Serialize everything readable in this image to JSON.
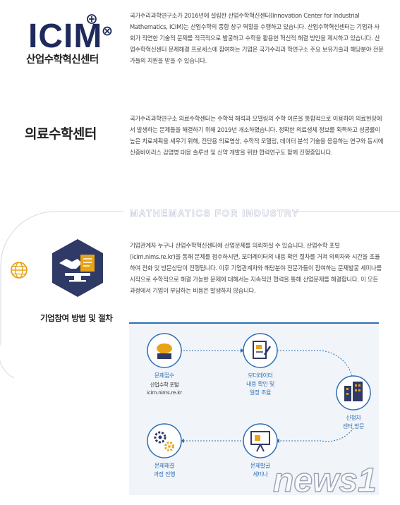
{
  "logo": {
    "word": "ICIM",
    "subtitle": "산업수학혁신센터"
  },
  "intro": {
    "text": "국가수리과학연구소가 2016년에 설립한 산업수학혁신센터(Innovation Center for Industrial Mathematics, ICIM)는 산업수학의 종합 창구 역할을 수행하고 있습니다. 산업수학혁신센터는 기업과 사회가 직면한 기술적 문제를 적극적으로 발굴하고 수학을 활용한 혁신적 해결 방안을 제시하고 있습니다. 산업수학혁신센터 문제해결 프로세스에 참여하는 기업은 국가수리과 학연구소 주요 보유기술과 해당분야 전문가들의 지원을 받을 수 있습니다."
  },
  "medical": {
    "title": "의료수학센터",
    "text": "국가수리과학연구소 의료수학센터는 수학적 해석과 모델링의 수학 이론을 통합적으로 이용하여 의료현장에서 발생하는 문제들을 해결하기 위해 2019년 개소하였습니다. 정확한 의료생체 정보를 획득하고 성공률이 높은 치료계획을 세우기 위해, 진단용 의료영상, 수학적 모델링, 데이터 분석 기술을 응용하는 연구와 동시에 신종바이러스 감염병 대응 솔루션 및 신약 개발을 위한 협력연구도 함께 진행중입니다."
  },
  "section": {
    "heading": "MATHEMATICS FOR INDUSTRY",
    "title": "기업참여 방법 및 절차",
    "text": "기업관계자 누구나 산업수학혁신센터에 산업문제를 의뢰하실 수 있습니다. 산업수학 포털(icim.nims.re.kr)을 통해 문제를 접수하시면, 모더레이터의 내용 확인 절차를 거쳐 의뢰자와 시간을 조율하여 전화 및 방문상담이 진행됩니다. 이후 기업관계자와 해당분야 전문가들이 참여하는 문제발굴 세미나를 시작으로 수학적으로 해결 가능한 문제에 대해서는 지속적인 협력을 통해 산업문제를 해결합니다. 이 모든 과정에서 기업이 부담하는 비용은 발생하지 않습니다."
  },
  "process": {
    "steps": [
      {
        "label": "문제접수",
        "sub1": "산업수학 포털",
        "sub2": "icim.nims.re.kr",
        "icon": "chat-bubble-icon"
      },
      {
        "label": "모더레이터",
        "sub1": "내용 확인 및",
        "sub2": "일정 조율",
        "icon": "document-pen-icon"
      },
      {
        "label": "신청자",
        "sub1": "센터 방문",
        "sub2": "",
        "icon": "building-icon"
      },
      {
        "label": "문제발굴",
        "sub1": "세미나",
        "sub2": "",
        "icon": "presentation-board-icon"
      },
      {
        "label": "문제해결",
        "sub1": "과정 진행",
        "sub2": "",
        "icon": "gears-icon"
      }
    ]
  },
  "watermark": "news1",
  "colors": {
    "navy": "#1f2a5c",
    "blue": "#2d6fb5",
    "hex": "#2f3a66",
    "gold": "#e8a317",
    "panel": "#f1f4f8"
  }
}
